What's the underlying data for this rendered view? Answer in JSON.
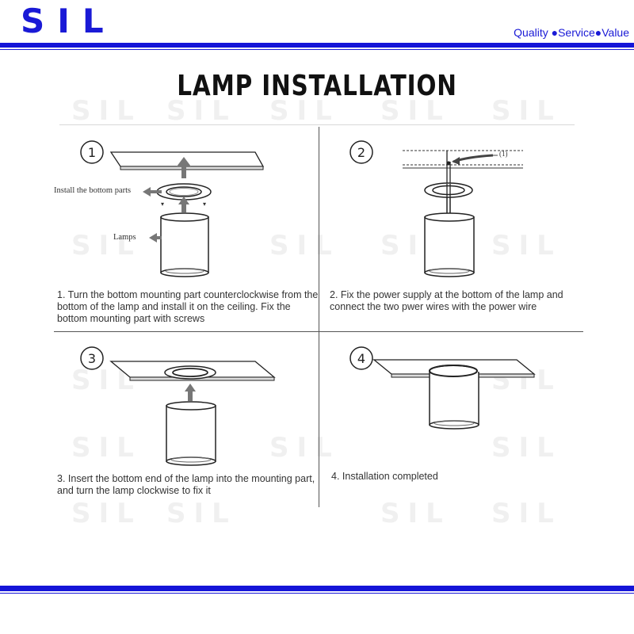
{
  "header": {
    "logo": "SIL",
    "tagline": "Quality ●Service●Value"
  },
  "title": "LAMP INSTALLATION",
  "watermark_text": "SIL",
  "steps": [
    {
      "number": "1",
      "caption": "1. Turn the bottom mounting part counterclockwise from the bottom of the lamp and install it on the ceiling. Fix the bottom mounting part with screws",
      "labels": {
        "parts": "Install the bottom parts",
        "lamps": "Lamps"
      }
    },
    {
      "number": "2",
      "caption": "2. Fix the power supply at the bottom of the lamp and connect the two pwer wires with the power wire",
      "labels": {
        "wire": "(1)"
      }
    },
    {
      "number": "3",
      "caption": "3. Insert the bottom end of the lamp into the mounting part, and turn the lamp clockwise to fix it"
    },
    {
      "number": "4",
      "caption": "4. Installation completed"
    }
  ]
}
